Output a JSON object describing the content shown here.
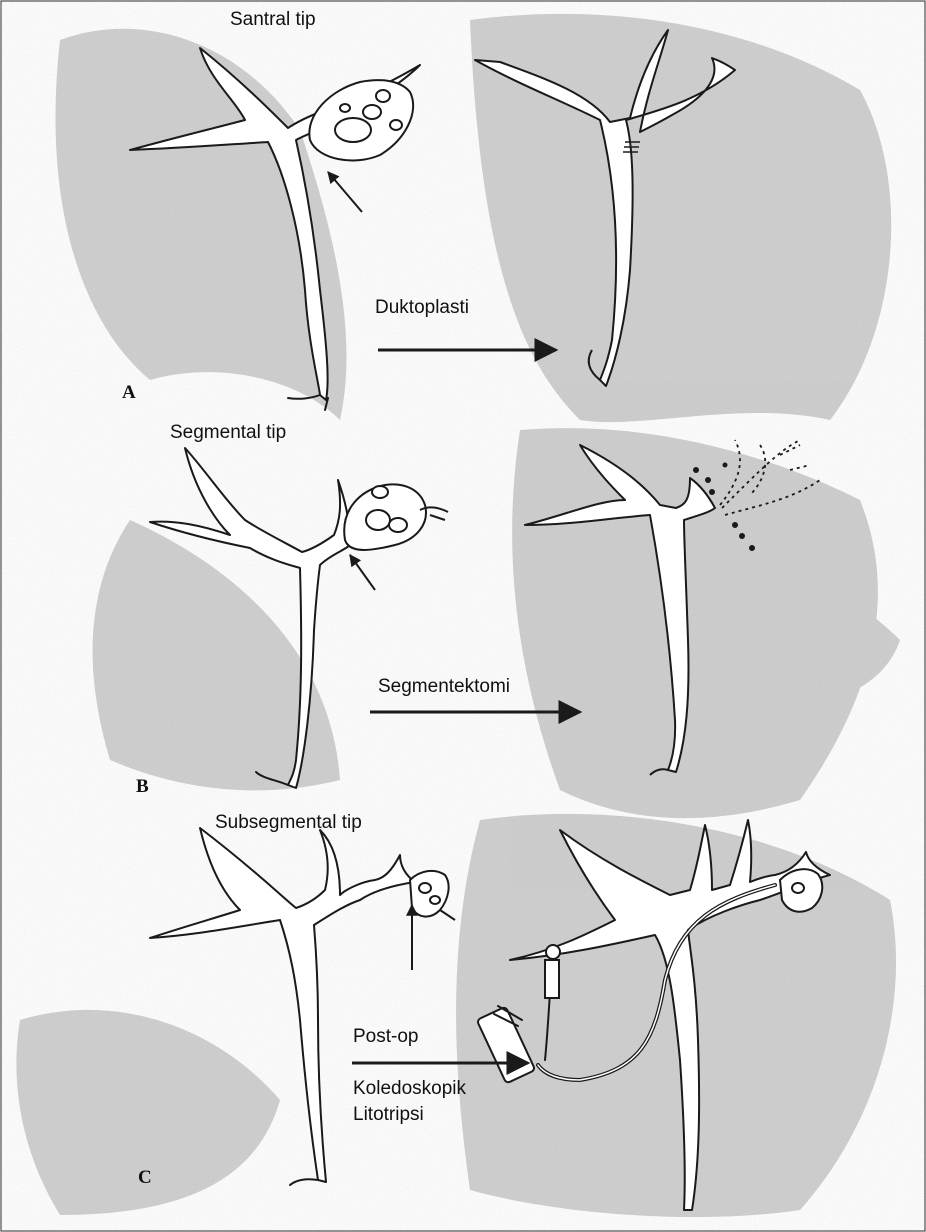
{
  "panels": [
    {
      "letter": "A",
      "type_label": "Santral tip",
      "procedure": "Duktoplasti"
    },
    {
      "letter": "B",
      "type_label": "Segmental tip",
      "procedure": "Segmentektomi"
    },
    {
      "letter": "C",
      "type_label": "Subsegmental tip",
      "procedure_top": "Post-op",
      "procedure_bottom": "Koledoskopik\nLitotripsi"
    }
  ],
  "colors": {
    "line": "#1a1a1a",
    "shade": "#b9b9b9",
    "paper": "#ffffff"
  }
}
